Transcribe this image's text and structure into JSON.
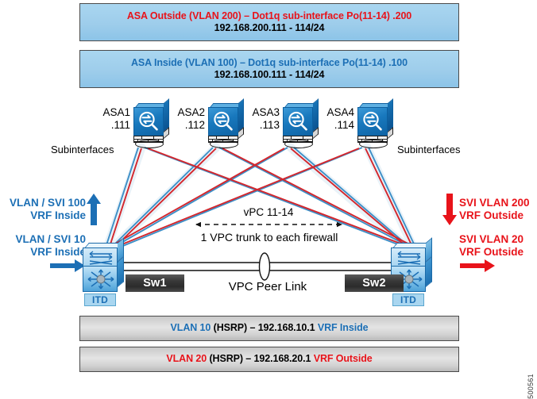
{
  "banners": {
    "top": [
      {
        "name": "asa-outside-banner",
        "line1_a": "ASA Outside (VLAN 200) ",
        "line1_b": "– Dot1q sub-interface Po(11-14) .200",
        "line2": "192.168.200.111 - 114/24",
        "color": "#e8131a",
        "bg": "#9ecdeb"
      },
      {
        "name": "asa-inside-banner",
        "line1_a": "ASA Inside (VLAN 100) ",
        "line1_b": "– Dot1q sub-interface Po(11-14) .100",
        "line2": "192.168.100.111 - 114/24",
        "color": "#1c6fb5",
        "bg": "#9ecdeb"
      }
    ],
    "bottom": [
      {
        "name": "vlan10-hsrp-banner",
        "seg1": "VLAN 10",
        "seg2": " (HSRP) – 192.168.10.1 ",
        "seg3": "VRF Inside",
        "color": "#1c6fb5"
      },
      {
        "name": "vlan20-hsrp-banner",
        "seg1": "VLAN 20",
        "seg2": " (HSRP) – 192.168.20.1 ",
        "seg3": "VRF Outside",
        "color": "#e8131a"
      }
    ]
  },
  "asa_nodes": [
    {
      "name": "ASA1",
      "ip": ".111"
    },
    {
      "name": "ASA2",
      "ip": ".112"
    },
    {
      "name": "ASA3",
      "ip": ".113"
    },
    {
      "name": "ASA4",
      "ip": ".114"
    }
  ],
  "subinterface_labels": {
    "left": "Subinterfaces",
    "right": "Subinterfaces"
  },
  "switches": [
    {
      "name": "Sw1",
      "itd": "ITD"
    },
    {
      "name": "Sw2",
      "itd": "ITD"
    }
  ],
  "center": {
    "vpc_range": "vPC 11-14",
    "vpc_trunk_note": "1 VPC trunk to each firewall",
    "peer_link": "VPC Peer Link"
  },
  "side_labels": {
    "left_top": {
      "line1": "VLAN / SVI 100",
      "line2": "VRF Inside",
      "arrow": "up",
      "color": "#1c6fb5"
    },
    "left_bottom": {
      "line1": "VLAN / SVI 10",
      "line2": "VRF Inside",
      "arrow": "right",
      "color": "#1c6fb5"
    },
    "right_top": {
      "line1": "SVI VLAN 200",
      "line2": "VRF Outside",
      "arrow": "down",
      "color": "#e8131a"
    },
    "right_bottom": {
      "line1": "SVI VLAN 20",
      "line2": "VRF Outside",
      "arrow": "right",
      "color": "#e8131a"
    }
  },
  "doc_id": "500561",
  "colors": {
    "inside_link": "#3d8fc7",
    "outside_link": "#d4262c",
    "banner_blue_bg": "#9ecdeb",
    "banner_grey_bg": "#d0d0d0",
    "text_red": "#e8131a",
    "text_blue": "#1c6fb5"
  }
}
